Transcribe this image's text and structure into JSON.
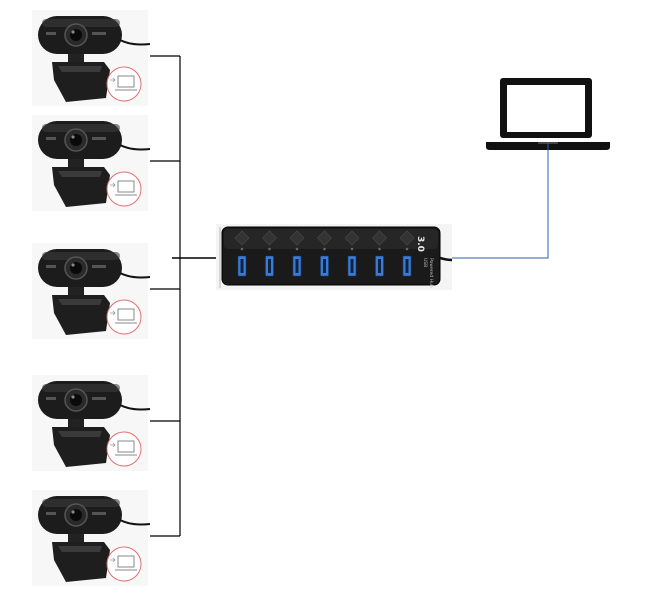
{
  "diagram": {
    "hub": {
      "label": "3.0",
      "sublabel": "USB",
      "sublabel2": "Powered Hub",
      "port_count": 7,
      "port_color": "#3a7bd5",
      "body_color": "#1a1a1a"
    },
    "webcams": [
      {
        "id": "cam-1"
      },
      {
        "id": "cam-2"
      },
      {
        "id": "cam-3"
      },
      {
        "id": "cam-4"
      },
      {
        "id": "cam-5"
      }
    ],
    "webcam_count": 5,
    "laptop": {
      "screen_color": "#ffffff",
      "frame_color": "#111111"
    },
    "colors": {
      "webcam_cables": "#000000",
      "laptop_cable": "#2e5fa8",
      "pc_badge_ring": "#e07070"
    }
  }
}
